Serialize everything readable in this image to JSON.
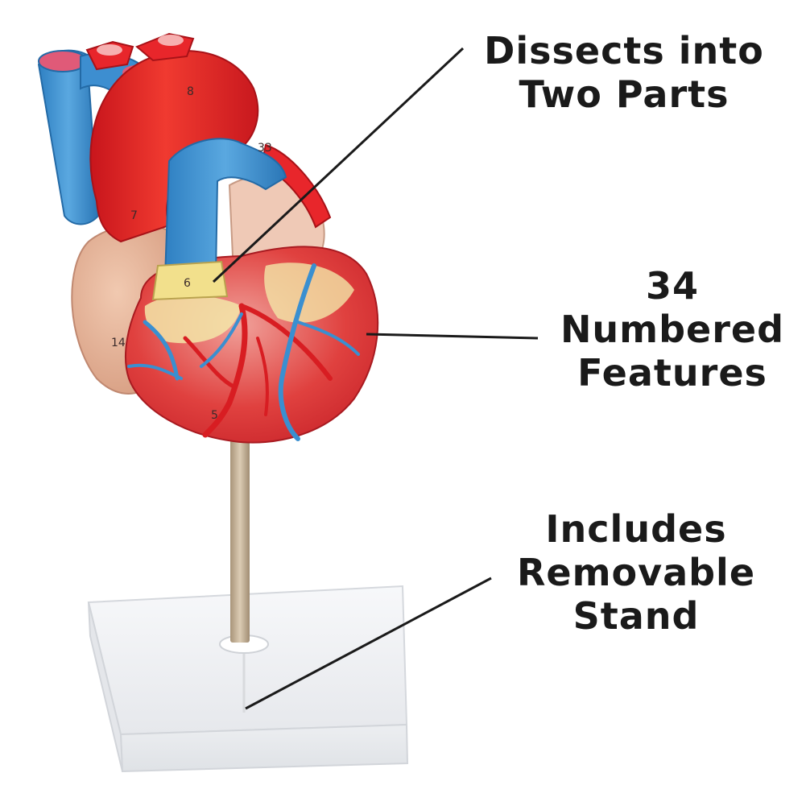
{
  "callouts": {
    "dissects": {
      "line1": "Dissects into",
      "line2": "Two Parts"
    },
    "features": {
      "line1": "34",
      "line2": "Numbered",
      "line3": "Features"
    },
    "stand": {
      "line1": "Includes",
      "line2": "Removable",
      "line3": "Stand"
    }
  },
  "model_numbers": {
    "n6": "6",
    "n7": "7",
    "n8": "8",
    "n33": "33",
    "n5": "5",
    "n14": "14"
  },
  "colors": {
    "artery_red": "#e8262b",
    "vein_blue": "#3a8fd0",
    "muscle_pink": "#e38c86",
    "fat_yellow": "#f3e6a8",
    "tissue_beige": "#e3b49a",
    "stand_white": "#f2f3f5",
    "rod_tan": "#c9b59a",
    "text": "#1a1a1a",
    "callout_line": "#1a1a1a"
  }
}
